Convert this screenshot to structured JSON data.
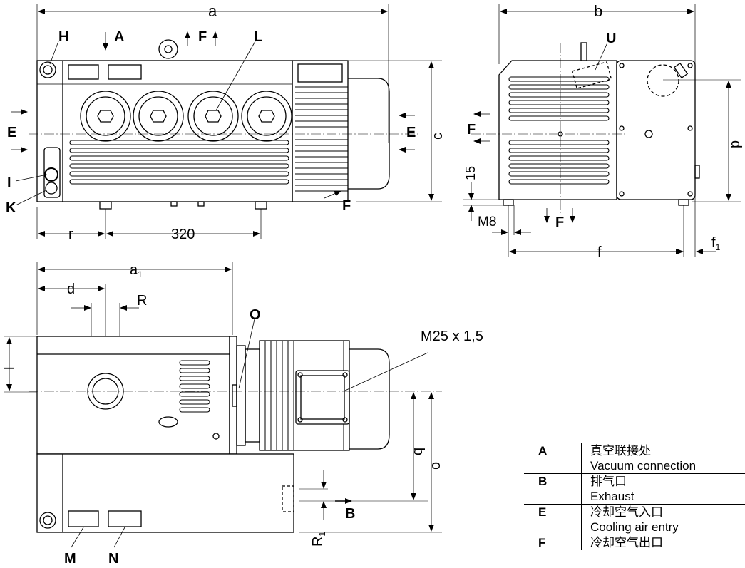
{
  "labels": {
    "a": "a",
    "b": "b",
    "c": "c",
    "d": "d",
    "a1": "a",
    "a1_sub": "1",
    "r": "r",
    "dim_320": "320",
    "R": "R",
    "R1": "R",
    "R1_sub": "1",
    "M8": "M8",
    "f": "f",
    "f1": "f",
    "f1_sub": "1",
    "p": "p",
    "dim_15": "15",
    "q": "q",
    "o": "o",
    "l": "l",
    "M25": "M25 x 1,5",
    "H": "H",
    "A": "A",
    "F": "F",
    "L": "L",
    "E": "E",
    "I": "I",
    "K": "K",
    "U": "U",
    "O": "O",
    "B": "B",
    "M": "M",
    "N": "N"
  },
  "legend": [
    {
      "key": "A",
      "zh": "真空联接处",
      "en": "Vacuum connection"
    },
    {
      "key": "B",
      "zh": "排气口",
      "en": "Exhaust"
    },
    {
      "key": "E",
      "zh": "冷却空气入口",
      "en": "Cooling air entry"
    },
    {
      "key": "F",
      "zh": "冷却空气出口",
      "en": ""
    }
  ]
}
